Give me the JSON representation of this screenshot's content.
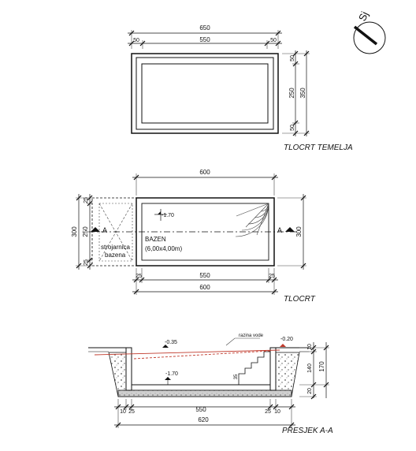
{
  "north": {
    "label": "Sj",
    "icon": "north-arrow-icon"
  },
  "foundation_plan": {
    "title": "TLOCRT TEMELJA",
    "dim_total": "650",
    "dim_left": "50",
    "dim_mid": "550",
    "dim_right": "50",
    "dim_v_top": "50",
    "dim_v_mid": "250",
    "dim_v_bottom": "50",
    "dim_v_total": "350"
  },
  "plan": {
    "title": "TLOCRT",
    "dim_top": "600",
    "dim_bottom_left": "25",
    "dim_bottom_mid": "550",
    "dim_bottom_right": "25",
    "dim_bottom_total": "600",
    "dim_left_total": "300",
    "dim_left_top": "25",
    "dim_left_mid": "250",
    "dim_left_bottom": "25",
    "dim_right": "300",
    "level": "-1.70",
    "pool_label": "BAZEN",
    "pool_size": "(6,00x4,00m)",
    "machine_room_line1": "strojarnica",
    "machine_room_line2": "bazena",
    "section_left": "A",
    "section_right": "A"
  },
  "section": {
    "title": "PRESJEK A-A",
    "water_label": "razina vode",
    "level_top_left": "-0.35",
    "level_top_right": "-0.20",
    "level_bottom": "-1.70",
    "stair_height": "35",
    "dim_r_10": "10",
    "dim_r_140": "140",
    "dim_r_170": "170",
    "dim_r_20": "20",
    "dim_b_10": "10",
    "dim_b_25a": "25",
    "dim_b_550": "550",
    "dim_b_25b": "25",
    "dim_b_10b": "10",
    "dim_total": "620"
  }
}
